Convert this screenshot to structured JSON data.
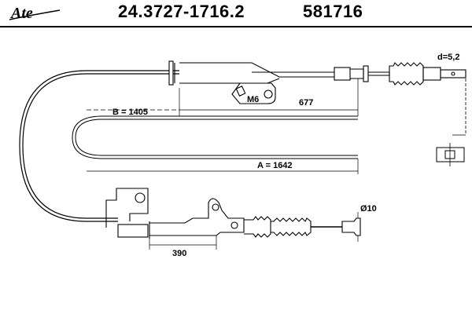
{
  "header": {
    "brand": "Ate",
    "part_number": "24.3727-1716.2",
    "code": "581716"
  },
  "dimensions": {
    "b": "B = 1405",
    "a": "A = 1642",
    "len_677": "677",
    "len_390": "390",
    "thread": "M6",
    "diameter": "Ø10",
    "d": "d=5,2"
  }
}
